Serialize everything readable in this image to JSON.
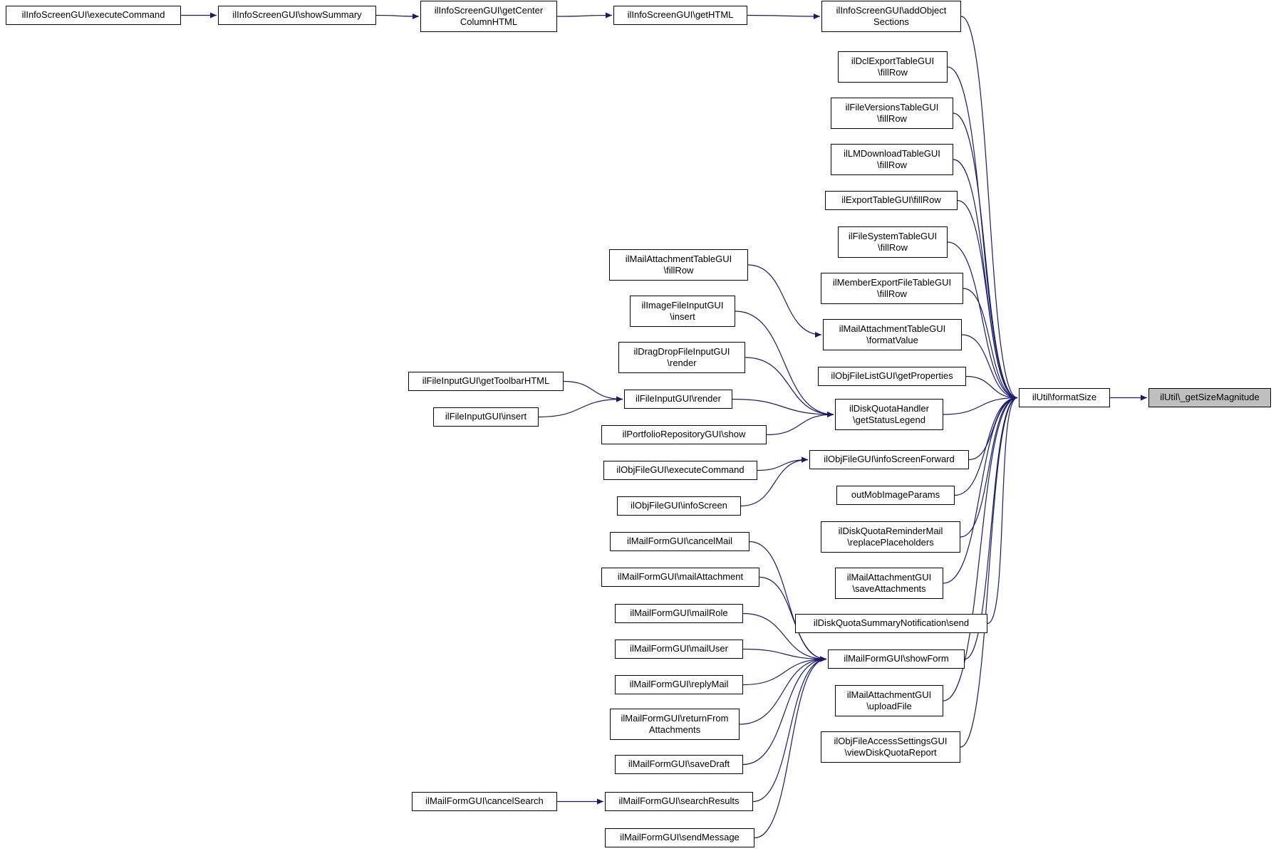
{
  "diagram": {
    "type": "call-graph",
    "description": "Doxygen caller graph for ilUtil\\_getSizeMagnitude",
    "page_bg": "#ffffff",
    "edge_color": "#191970",
    "node_fill": "#ffffff",
    "node_border": "#000000",
    "highlight_fill": "#bfbfbf"
  },
  "nodes": [
    {
      "id": "n1",
      "label": "ilInfoScreenGUI\\executeCommand"
    },
    {
      "id": "n2",
      "label": "ilInfoScreenGUI\\showSummary"
    },
    {
      "id": "n3",
      "label": "ilInfoScreenGUI\\getCenter\nColumnHTML"
    },
    {
      "id": "n4",
      "label": "ilInfoScreenGUI\\getHTML"
    },
    {
      "id": "n5",
      "label": "ilInfoScreenGUI\\addObject\nSections"
    },
    {
      "id": "n6",
      "label": "ilDclExportTableGUI\n\\fillRow"
    },
    {
      "id": "n7",
      "label": "ilFileVersionsTableGUI\n\\fillRow"
    },
    {
      "id": "n8",
      "label": "ilLMDownloadTableGUI\n\\fillRow"
    },
    {
      "id": "n9",
      "label": "ilExportTableGUI\\fillRow"
    },
    {
      "id": "n10",
      "label": "ilFileSystemTableGUI\n\\fillRow"
    },
    {
      "id": "n11",
      "label": "ilMemberExportFileTableGUI\n\\fillRow"
    },
    {
      "id": "n12",
      "label": "ilMailAttachmentTableGUI\n\\formatValue"
    },
    {
      "id": "n13",
      "label": "ilObjFileListGUI\\getProperties"
    },
    {
      "id": "n14",
      "label": "ilUtil\\formatSize"
    },
    {
      "id": "n15",
      "label": "ilUtil\\_getSizeMagnitude"
    },
    {
      "id": "n16",
      "label": "ilMailAttachmentTableGUI\n\\fillRow"
    },
    {
      "id": "n17",
      "label": "ilImageFileInputGUI\n\\insert"
    },
    {
      "id": "n18",
      "label": "ilDragDropFileInputGUI\n\\render"
    },
    {
      "id": "n19",
      "label": "ilFileInputGUI\\getToolbarHTML"
    },
    {
      "id": "n20",
      "label": "ilFileInputGUI\\insert"
    },
    {
      "id": "n21",
      "label": "ilFileInputGUI\\render"
    },
    {
      "id": "n22",
      "label": "ilPortfolioRepositoryGUI\\show"
    },
    {
      "id": "n23",
      "label": "ilDiskQuotaHandler\n\\getStatusLegend"
    },
    {
      "id": "n24",
      "label": "ilObjFileGUI\\executeCommand"
    },
    {
      "id": "n25",
      "label": "ilObjFileGUI\\infoScreen"
    },
    {
      "id": "n26",
      "label": "ilObjFileGUI\\infoScreenForward"
    },
    {
      "id": "n27",
      "label": "outMobImageParams"
    },
    {
      "id": "n28",
      "label": "ilDiskQuotaReminderMail\n\\replacePlaceholders"
    },
    {
      "id": "n29",
      "label": "ilMailAttachmentGUI\n\\saveAttachments"
    },
    {
      "id": "n30",
      "label": "ilDiskQuotaSummaryNotification\\send"
    },
    {
      "id": "n31",
      "label": "ilMailFormGUI\\cancelMail"
    },
    {
      "id": "n32",
      "label": "ilMailFormGUI\\mailAttachment"
    },
    {
      "id": "n33",
      "label": "ilMailFormGUI\\mailRole"
    },
    {
      "id": "n34",
      "label": "ilMailFormGUI\\mailUser"
    },
    {
      "id": "n35",
      "label": "ilMailFormGUI\\replyMail"
    },
    {
      "id": "n36",
      "label": "ilMailFormGUI\\returnFrom\nAttachments"
    },
    {
      "id": "n37",
      "label": "ilMailFormGUI\\saveDraft"
    },
    {
      "id": "n38",
      "label": "ilMailFormGUI\\cancelSearch"
    },
    {
      "id": "n39",
      "label": "ilMailFormGUI\\searchResults"
    },
    {
      "id": "n40",
      "label": "ilMailFormGUI\\sendMessage"
    },
    {
      "id": "n41",
      "label": "ilMailFormGUI\\showForm"
    },
    {
      "id": "n42",
      "label": "ilMailAttachmentGUI\n\\uploadFile"
    },
    {
      "id": "n43",
      "label": "ilObjFileAccessSettingsGUI\n\\viewDiskQuotaReport"
    }
  ],
  "edges": [
    {
      "from": "n1",
      "to": "n2"
    },
    {
      "from": "n2",
      "to": "n3"
    },
    {
      "from": "n3",
      "to": "n4"
    },
    {
      "from": "n4",
      "to": "n5"
    },
    {
      "from": "n5",
      "to": "n14"
    },
    {
      "from": "n6",
      "to": "n14"
    },
    {
      "from": "n7",
      "to": "n14"
    },
    {
      "from": "n8",
      "to": "n14"
    },
    {
      "from": "n9",
      "to": "n14"
    },
    {
      "from": "n10",
      "to": "n14"
    },
    {
      "from": "n11",
      "to": "n14"
    },
    {
      "from": "n12",
      "to": "n14"
    },
    {
      "from": "n13",
      "to": "n14"
    },
    {
      "from": "n16",
      "to": "n12"
    },
    {
      "from": "n17",
      "to": "n23"
    },
    {
      "from": "n18",
      "to": "n23"
    },
    {
      "from": "n19",
      "to": "n21"
    },
    {
      "from": "n20",
      "to": "n21"
    },
    {
      "from": "n21",
      "to": "n23"
    },
    {
      "from": "n22",
      "to": "n23"
    },
    {
      "from": "n23",
      "to": "n14"
    },
    {
      "from": "n24",
      "to": "n26"
    },
    {
      "from": "n25",
      "to": "n26"
    },
    {
      "from": "n26",
      "to": "n14"
    },
    {
      "from": "n27",
      "to": "n14"
    },
    {
      "from": "n28",
      "to": "n14"
    },
    {
      "from": "n29",
      "to": "n14"
    },
    {
      "from": "n30",
      "to": "n14"
    },
    {
      "from": "n31",
      "to": "n41"
    },
    {
      "from": "n32",
      "to": "n41"
    },
    {
      "from": "n33",
      "to": "n41"
    },
    {
      "from": "n34",
      "to": "n41"
    },
    {
      "from": "n35",
      "to": "n41"
    },
    {
      "from": "n36",
      "to": "n41"
    },
    {
      "from": "n37",
      "to": "n41"
    },
    {
      "from": "n38",
      "to": "n39"
    },
    {
      "from": "n39",
      "to": "n41"
    },
    {
      "from": "n40",
      "to": "n41"
    },
    {
      "from": "n41",
      "to": "n14"
    },
    {
      "from": "n42",
      "to": "n14"
    },
    {
      "from": "n43",
      "to": "n14"
    },
    {
      "from": "n14",
      "to": "n15"
    }
  ]
}
